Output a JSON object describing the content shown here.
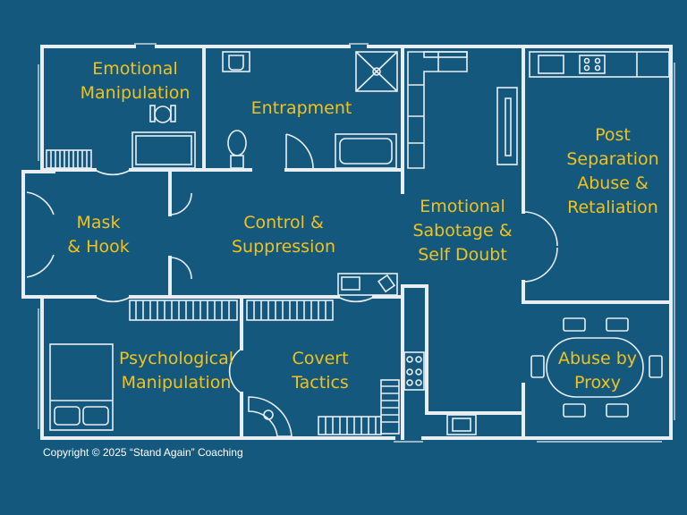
{
  "rooms": {
    "emotional_manipulation": [
      "Emotional",
      "Manipulation"
    ],
    "entrapment": [
      "Entrapment"
    ],
    "emotional_sabotage": [
      "Emotional",
      "Sabotage &",
      "Self Doubt"
    ],
    "post_separation": [
      "Post",
      "Separation",
      "Abuse &",
      "Retaliation"
    ],
    "mask_hook": [
      "Mask",
      "& Hook"
    ],
    "control_suppression": [
      "Control &",
      "Suppression"
    ],
    "psychological_manipulation": [
      "Psychological",
      "Manipulation"
    ],
    "covert_tactics": [
      "Covert",
      "Tactics"
    ],
    "abuse_by_proxy": [
      "Abuse by",
      "Proxy"
    ]
  },
  "footer": {
    "copyright": "Copyright © 2025 “Stand Again” Coaching"
  },
  "colors": {
    "background": "#14597d",
    "walls": "#e9eef2",
    "labels": "#f2c21b"
  }
}
